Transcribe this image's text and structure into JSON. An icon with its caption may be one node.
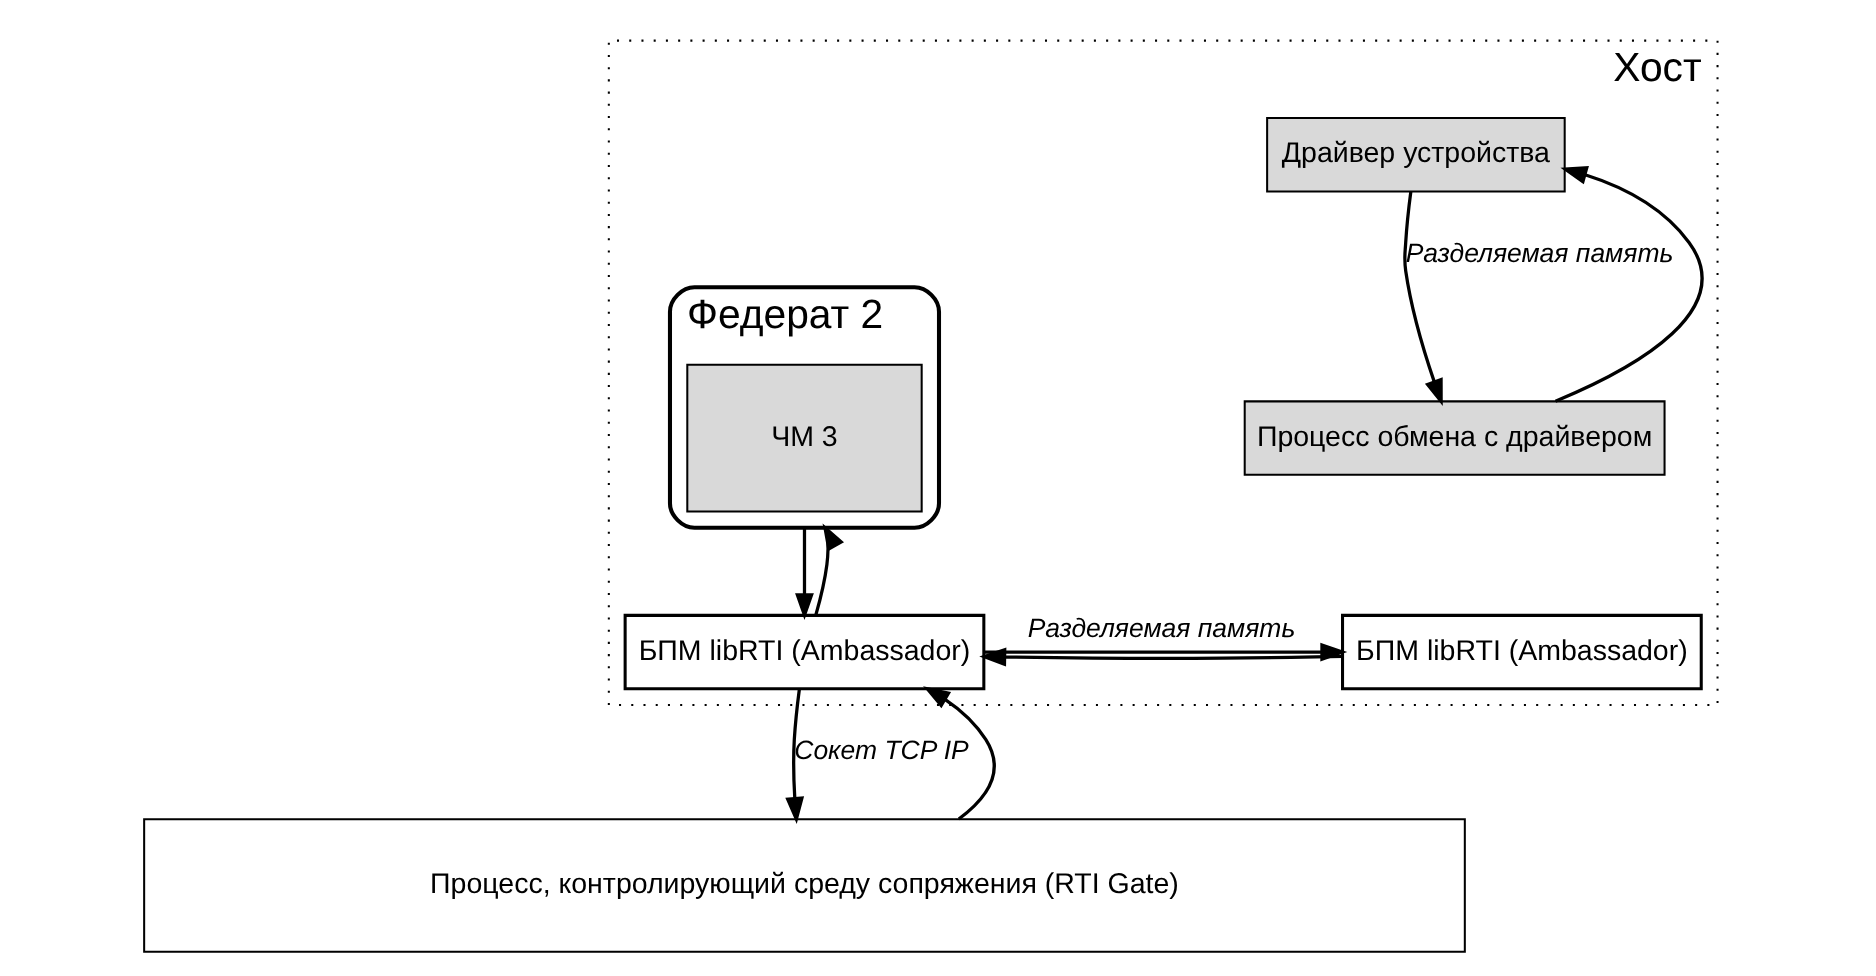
{
  "diagram": {
    "nodes": [
      {
        "text": [
          "Хост"
        ]
      },
      {
        "text": [
          "Федерат 2"
        ],
        "in": 0
      },
      {
        "text": [
          "ЧМ 3"
        ],
        "in": 1
      },
      {
        "text": [
          "Драйвер устройства"
        ],
        "in": 0
      },
      {
        "text": [
          "Процесс обмена с драйвером"
        ],
        "in": 0
      },
      {
        "text": [
          "БПМ libRTI (Ambassador)"
        ],
        "in": 0
      },
      {
        "text": [
          "БПМ libRTI (Ambassador)"
        ],
        "in": 0
      },
      {
        "text": [
          "Процесс, контролирующий среду сопряжения (RTI Gate)"
        ]
      }
    ],
    "edges": [
      {
        "from": 1,
        "to": 5,
        "arrow": "to"
      },
      {
        "from": 5,
        "to": 1,
        "arrow": "to"
      },
      {
        "from": 3,
        "to": 4,
        "arrow": "to",
        "label": "Разделяемая память"
      },
      {
        "from": 4,
        "to": 3,
        "arrow": "to"
      },
      {
        "from": 5,
        "to": 6,
        "arrow": "to",
        "label": "Разделяемая память"
      },
      {
        "from": 6,
        "to": 5,
        "arrow": "to"
      },
      {
        "from": 5,
        "to": 7,
        "arrow": "to",
        "label": "Сокет TCP IP"
      },
      {
        "from": 7,
        "to": 5,
        "arrow": "to"
      }
    ]
  }
}
